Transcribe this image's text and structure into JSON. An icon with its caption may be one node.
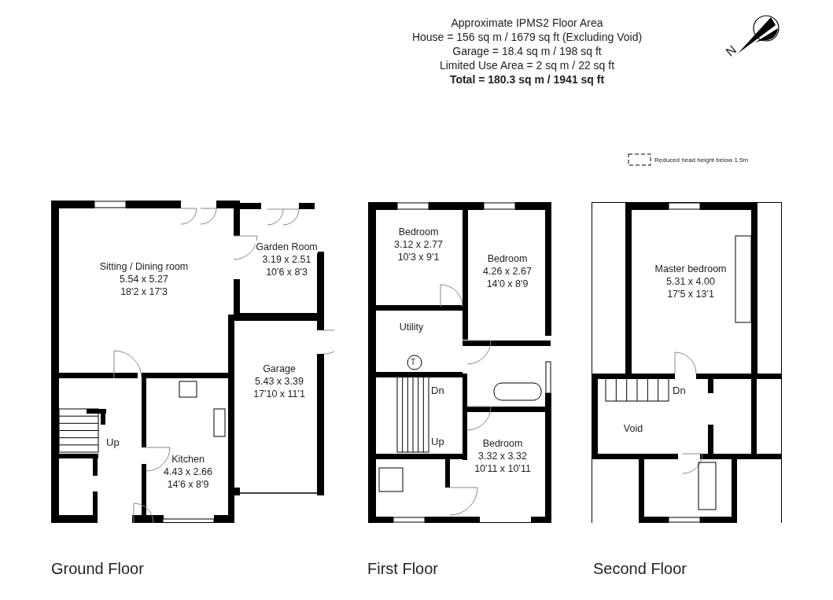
{
  "diagram": {
    "title": "Approximate IPMS2 Floor Area",
    "nodes": [
      {
        "text": [
          "Ground Floor"
        ]
      },
      {
        "text": [
          "Sitting / Dining room",
          "5.54 x 5.27",
          "18'2 x 17'3"
        ],
        "in": 0
      },
      {
        "text": [
          "Garden Room",
          "3.19 x 2.51",
          "10'6 x 8'3"
        ],
        "in": 0
      },
      {
        "text": [
          "Garage",
          "5.43 x 3.39",
          "17'10 x 11'1"
        ],
        "in": 0
      },
      {
        "text": [
          "Kitchen",
          "4.43 x 2.66",
          "14'6 x 8'9"
        ],
        "in": 0
      },
      {
        "text": [
          "First Floor"
        ]
      },
      {
        "text": [
          "Bedroom",
          "3.12 x 2.77",
          "10'3 x 9'1"
        ],
        "in": 5
      },
      {
        "text": [
          "Bedroom",
          "4.26 x 2.67",
          "14'0 x 8'9"
        ],
        "in": 5
      },
      {
        "text": [
          "Utility"
        ],
        "in": 5
      },
      {
        "text": [
          "Bedroom",
          "3.32 x 3.32",
          "10'11 x 10'11"
        ],
        "in": 5
      },
      {
        "text": [
          "Second Floor"
        ]
      },
      {
        "text": [
          "Master bedroom",
          "5.31 x 4.00",
          "17'5 x 13'1"
        ],
        "in": 10
      },
      {
        "text": [
          "Void"
        ],
        "in": 10
      }
    ],
    "edges": [],
    "labels": [
      "House = 156 sq m / 1679 sq ft (Excluding Void)",
      "Garage = 18.4 sq m / 198 sq ft",
      "Limited Use Area = 2 sq m / 22 sq ft",
      "Total = 180.3 sq m / 1941 sq ft",
      "N",
      "Up",
      "T",
      "Dn",
      "Up",
      "Dn"
    ],
    "legend": [
      {
        "text": "Reduced head height below 1.5m"
      }
    ]
  }
}
